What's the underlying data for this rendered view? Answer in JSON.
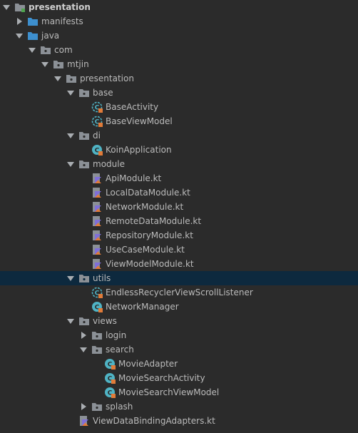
{
  "project_tree": {
    "selected_item": "utils",
    "items": [
      {
        "label": "presentation",
        "type": "module",
        "expanded": true
      },
      {
        "label": "manifests",
        "type": "folder-blue",
        "expanded": false
      },
      {
        "label": "java",
        "type": "folder-blue",
        "expanded": true
      },
      {
        "label": "com",
        "type": "package",
        "expanded": true
      },
      {
        "label": "mtjin",
        "type": "package",
        "expanded": true
      },
      {
        "label": "presentation",
        "type": "package",
        "expanded": true
      },
      {
        "label": "base",
        "type": "package",
        "expanded": true
      },
      {
        "label": "BaseActivity",
        "type": "abstract-class"
      },
      {
        "label": "BaseViewModel",
        "type": "abstract-class"
      },
      {
        "label": "di",
        "type": "package",
        "expanded": true
      },
      {
        "label": "KoinApplication",
        "type": "class"
      },
      {
        "label": "module",
        "type": "package",
        "expanded": true
      },
      {
        "label": "ApiModule.kt",
        "type": "kotlin-file"
      },
      {
        "label": "LocalDataModule.kt",
        "type": "kotlin-file"
      },
      {
        "label": "NetworkModule.kt",
        "type": "kotlin-file"
      },
      {
        "label": "RemoteDataModule.kt",
        "type": "kotlin-file"
      },
      {
        "label": "RepositoryModule.kt",
        "type": "kotlin-file"
      },
      {
        "label": "UseCaseModule.kt",
        "type": "kotlin-file"
      },
      {
        "label": "ViewModelModule.kt",
        "type": "kotlin-file"
      },
      {
        "label": "utils",
        "type": "package",
        "expanded": true
      },
      {
        "label": "EndlessRecyclerViewScrollListener",
        "type": "abstract-class"
      },
      {
        "label": "NetworkManager",
        "type": "class"
      },
      {
        "label": "views",
        "type": "package",
        "expanded": true
      },
      {
        "label": "login",
        "type": "package",
        "expanded": false
      },
      {
        "label": "search",
        "type": "package",
        "expanded": true
      },
      {
        "label": "MovieAdapter",
        "type": "class"
      },
      {
        "label": "MovieSearchActivity",
        "type": "class"
      },
      {
        "label": "MovieSearchViewModel",
        "type": "class"
      },
      {
        "label": "splash",
        "type": "package",
        "expanded": false
      },
      {
        "label": "ViewDataBindingAdapters.kt",
        "type": "kotlin-file"
      }
    ]
  },
  "colors": {
    "background": "#2b2b2b",
    "selection": "#0d293e",
    "text": "#bbbbbb",
    "folder_blue": "#3d8fce",
    "package_gray": "#8b9096",
    "class_teal": "#4fb3c4",
    "kotlin_orange": "#e07b39",
    "kotlin_purple": "#7f6fd9"
  }
}
